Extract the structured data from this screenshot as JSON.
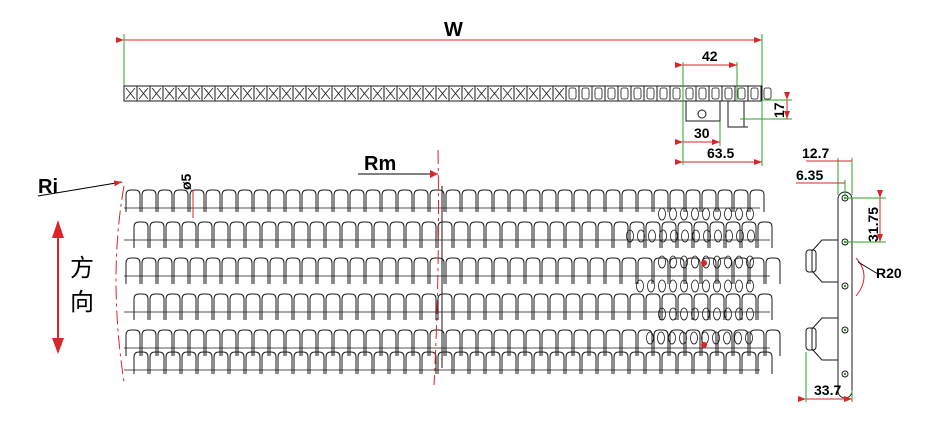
{
  "top_view": {
    "width_label": "W",
    "dim_42": "42",
    "dim_17": "17",
    "dim_30": "30",
    "dim_63_5": "63.5"
  },
  "plan_view": {
    "inner_radius_label": "Ri",
    "mid_radius_label": "Rm",
    "hole_label": "ø5",
    "direction_chars": [
      "方",
      "向"
    ]
  },
  "side_view": {
    "dim_12_7": "12.7",
    "dim_6_35": "6.35",
    "dim_31_75": "31.75",
    "dim_33_7": "33.7",
    "radius_label": "R20"
  },
  "colors": {
    "dimension_line": "#d8262a",
    "extension_line": "#2aa52a",
    "outline": "#1a1a1a"
  }
}
